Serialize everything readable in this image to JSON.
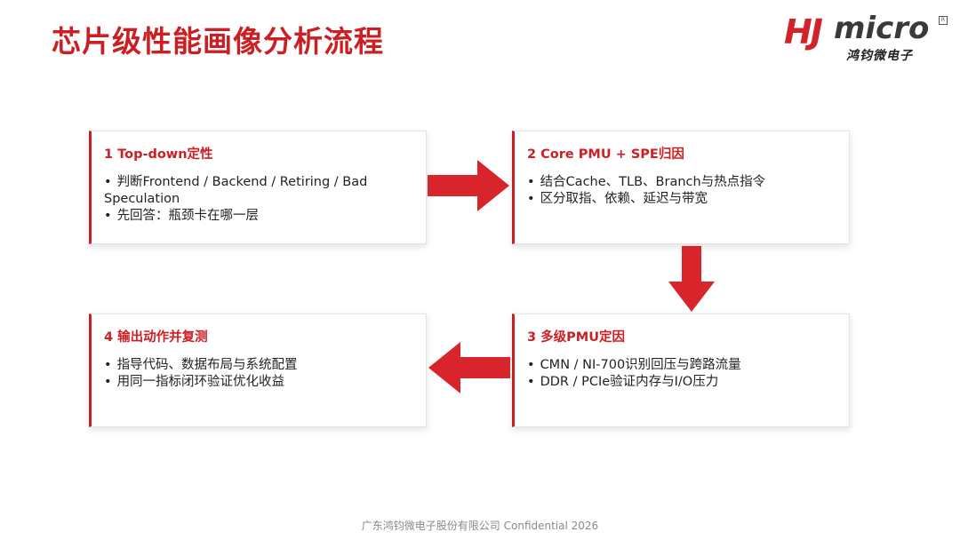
{
  "slide": {
    "title": "芯片级性能画像分析流程",
    "footer": "广东鸿钧微电子股份有限公司 Confidential 2026"
  },
  "logo": {
    "mark_text": "HJ",
    "word_text": "micro",
    "cn_text": "鸿钧微电子",
    "registered": "R"
  },
  "cards": [
    {
      "title": "1  Top-down定性",
      "bullets": [
        "判断Frontend / Backend / Retiring / Bad Speculation",
        "先回答：瓶颈卡在哪一层"
      ]
    },
    {
      "title": "2  Core PMU + SPE归因",
      "bullets": [
        "结合Cache、TLB、Branch与热点指令",
        "区分取指、依赖、延迟与带宽"
      ]
    },
    {
      "title": "3  多级PMU定因",
      "bullets": [
        "CMN / NI-700识别回压与跨路流量",
        "DDR / PCIe验证内存与I/O压力"
      ]
    },
    {
      "title": "4  输出动作并复测",
      "bullets": [
        "指导代码、数据布局与系统配置",
        "用同一指标闭环验证优化收益"
      ]
    }
  ],
  "colors": {
    "accent": "#cc1f24",
    "arrow": "#d8242b",
    "footer_text": "#8a8a8a"
  },
  "icons": {
    "flow_arrow": "arrow-icon"
  }
}
